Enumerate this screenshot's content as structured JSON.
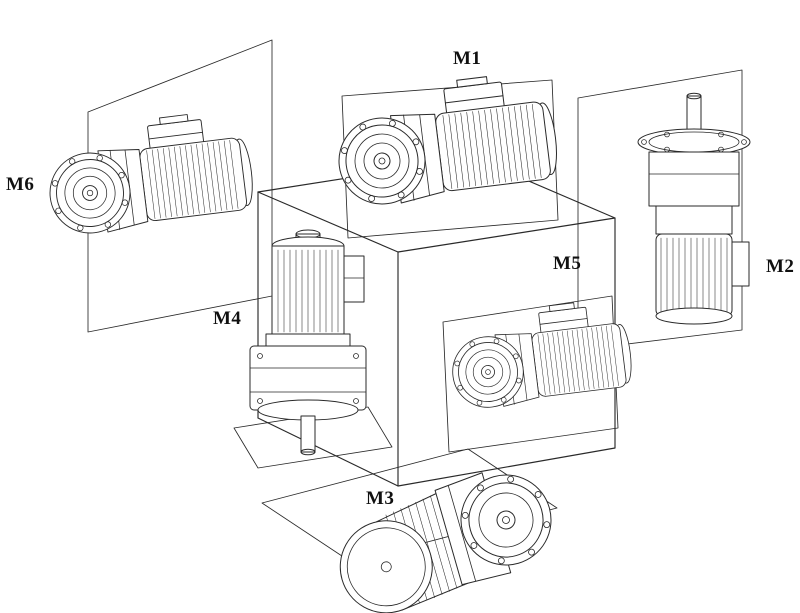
{
  "diagram": {
    "labels": {
      "m1": "M1",
      "m2": "M2",
      "m3": "M3",
      "m4": "M4",
      "m5": "M5",
      "m6": "M6"
    },
    "line_color": "#2a2a2a",
    "background_color": "#ffffff"
  }
}
